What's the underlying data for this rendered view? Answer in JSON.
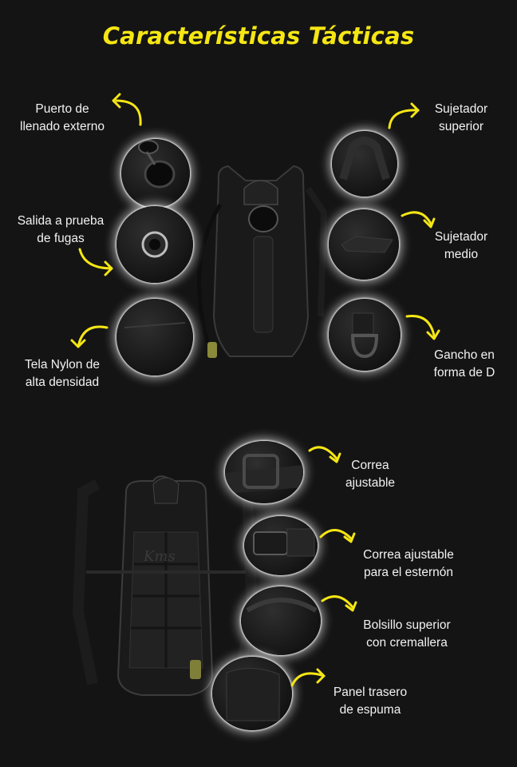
{
  "title": "Características Tácticas",
  "accent_color": "#f5e614",
  "features_top_left": [
    {
      "line1": "Puerto de",
      "line2": "llenado externo",
      "icon": "fill-port-icon"
    },
    {
      "line1": "Salida a prueba",
      "line2": "de fugas",
      "icon": "leakproof-outlet-icon"
    },
    {
      "line1": "Tela Nylon de",
      "line2": "alta densidad",
      "icon": "nylon-fabric-icon"
    }
  ],
  "features_top_right": [
    {
      "line1": "Sujetador",
      "line2": "superior",
      "icon": "top-handle-icon"
    },
    {
      "line1": "Sujetador",
      "line2": "medio",
      "icon": "middle-strap-icon"
    },
    {
      "line1": "Gancho en",
      "line2": "forma de D",
      "icon": "d-ring-icon"
    }
  ],
  "features_bottom": [
    {
      "line1": "Correa",
      "line2": "ajustable",
      "icon": "buckle-strap-icon"
    },
    {
      "line1": "Correa ajustable",
      "line2": "para el esternón",
      "icon": "sternum-buckle-icon"
    },
    {
      "line1": "Bolsillo superior",
      "line2": "con cremallera",
      "icon": "zipper-pocket-icon"
    },
    {
      "line1": "Panel trasero",
      "line2": "de espuma",
      "icon": "foam-panel-icon"
    }
  ]
}
